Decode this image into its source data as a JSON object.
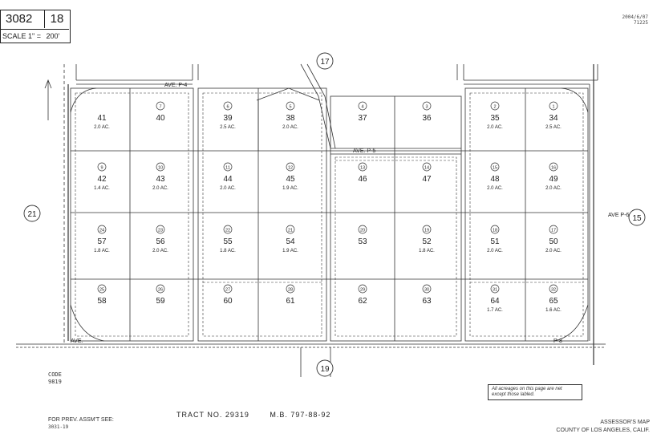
{
  "header": {
    "map_book": "3082",
    "page": "18",
    "scale_label": "SCALE 1\" =",
    "scale_value": "200'"
  },
  "stamp": {
    "line1": "2004/6/07",
    "line2": "71225"
  },
  "adjacent_pages": {
    "north": "17",
    "south": "19",
    "west": "21",
    "east": "15"
  },
  "street_labels": {
    "north_left": "AVE. P-4",
    "mid_center": "AVE. P-5",
    "east": "AVE P-6",
    "south_left": "AVE.",
    "south_right": "P-8"
  },
  "parcels": [
    {
      "circle": "",
      "num": "41",
      "acres": "2.0 AC."
    },
    {
      "circle": "7",
      "num": "40",
      "acres": ""
    },
    {
      "circle": "6",
      "num": "39",
      "acres": "2.5 AC."
    },
    {
      "circle": "5",
      "num": "38",
      "acres": "2.0 AC."
    },
    {
      "circle": "4",
      "num": "37",
      "acres": ""
    },
    {
      "circle": "3",
      "num": "36",
      "acres": ""
    },
    {
      "circle": "2",
      "num": "35",
      "acres": "2.0 AC."
    },
    {
      "circle": "1",
      "num": "34",
      "acres": "2.5 AC."
    },
    {
      "circle": "9",
      "num": "42",
      "acres": "1.4 AC."
    },
    {
      "circle": "10",
      "num": "43",
      "acres": "2.0 AC."
    },
    {
      "circle": "11",
      "num": "44",
      "acres": "2.0 AC."
    },
    {
      "circle": "12",
      "num": "45",
      "acres": "1.9 AC."
    },
    {
      "circle": "13",
      "num": "46",
      "acres": ""
    },
    {
      "circle": "14",
      "num": "47",
      "acres": ""
    },
    {
      "circle": "15",
      "num": "48",
      "acres": "2.0 AC."
    },
    {
      "circle": "16",
      "num": "49",
      "acres": "2.0 AC."
    },
    {
      "circle": "24",
      "num": "57",
      "acres": "1.8 AC."
    },
    {
      "circle": "23",
      "num": "56",
      "acres": "2.0 AC."
    },
    {
      "circle": "22",
      "num": "55",
      "acres": "1.8 AC."
    },
    {
      "circle": "21",
      "num": "54",
      "acres": "1.9 AC."
    },
    {
      "circle": "20",
      "num": "53",
      "acres": ""
    },
    {
      "circle": "19",
      "num": "52",
      "acres": "1.8 AC."
    },
    {
      "circle": "18",
      "num": "51",
      "acres": "2.0 AC."
    },
    {
      "circle": "17",
      "num": "50",
      "acres": "2.0 AC."
    },
    {
      "circle": "25",
      "num": "58",
      "acres": ""
    },
    {
      "circle": "26",
      "num": "59",
      "acres": ""
    },
    {
      "circle": "27",
      "num": "60",
      "acres": ""
    },
    {
      "circle": "28",
      "num": "61",
      "acres": ""
    },
    {
      "circle": "29",
      "num": "62",
      "acres": ""
    },
    {
      "circle": "30",
      "num": "63",
      "acres": ""
    },
    {
      "circle": "31",
      "num": "64",
      "acres": "1.7 AC."
    },
    {
      "circle": "32",
      "num": "65",
      "acres": "1.6 AC."
    }
  ],
  "code": {
    "label": "CODE",
    "value": "9819"
  },
  "note": {
    "line1": "All acreages on this page are net",
    "line2": "except those labled."
  },
  "prev": {
    "label": "FOR PREV. ASSM'T SEE:",
    "value": "3031-19"
  },
  "tract": {
    "number": "TRACT  NO. 29319",
    "mb": "M.B. 797-88-92"
  },
  "assessor": {
    "line1": "ASSESSOR'S MAP",
    "line2": "COUNTY OF LOS ANGELES, CALIF."
  }
}
